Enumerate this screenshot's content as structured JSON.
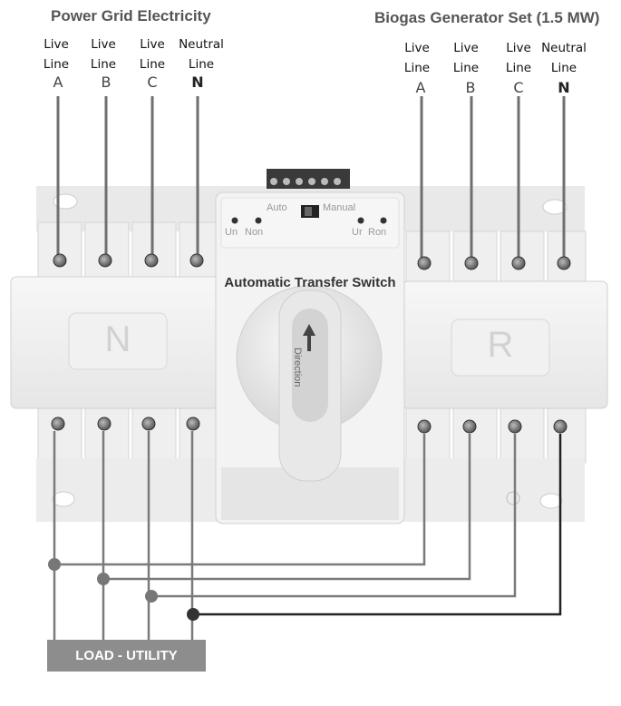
{
  "left_source": "Power Grid Electricity",
  "right_source": "Biogas Generator Set (1.5 MW)",
  "terminal_labels": {
    "live_line": "Live Line",
    "neutral_line": "Neutral Line"
  },
  "phases": [
    "A",
    "B",
    "C",
    "N"
  ],
  "device": {
    "title": "Automatic Transfer Switch",
    "mode_auto": "Auto",
    "mode_manual": "Manual",
    "indicator_left_1": "Un",
    "indicator_left_2": "Non",
    "indicator_right_1": "Ur",
    "indicator_right_2": "Ron",
    "left_channel": "N",
    "right_channel": "R",
    "handle_text": "Direction"
  },
  "load_label": "LOAD - UTILITY",
  "colors": {
    "wire_gray": "#7a7a7a",
    "wire_dark": "#222222",
    "load_box": "#8d8d8d",
    "header_text": "#555555"
  }
}
